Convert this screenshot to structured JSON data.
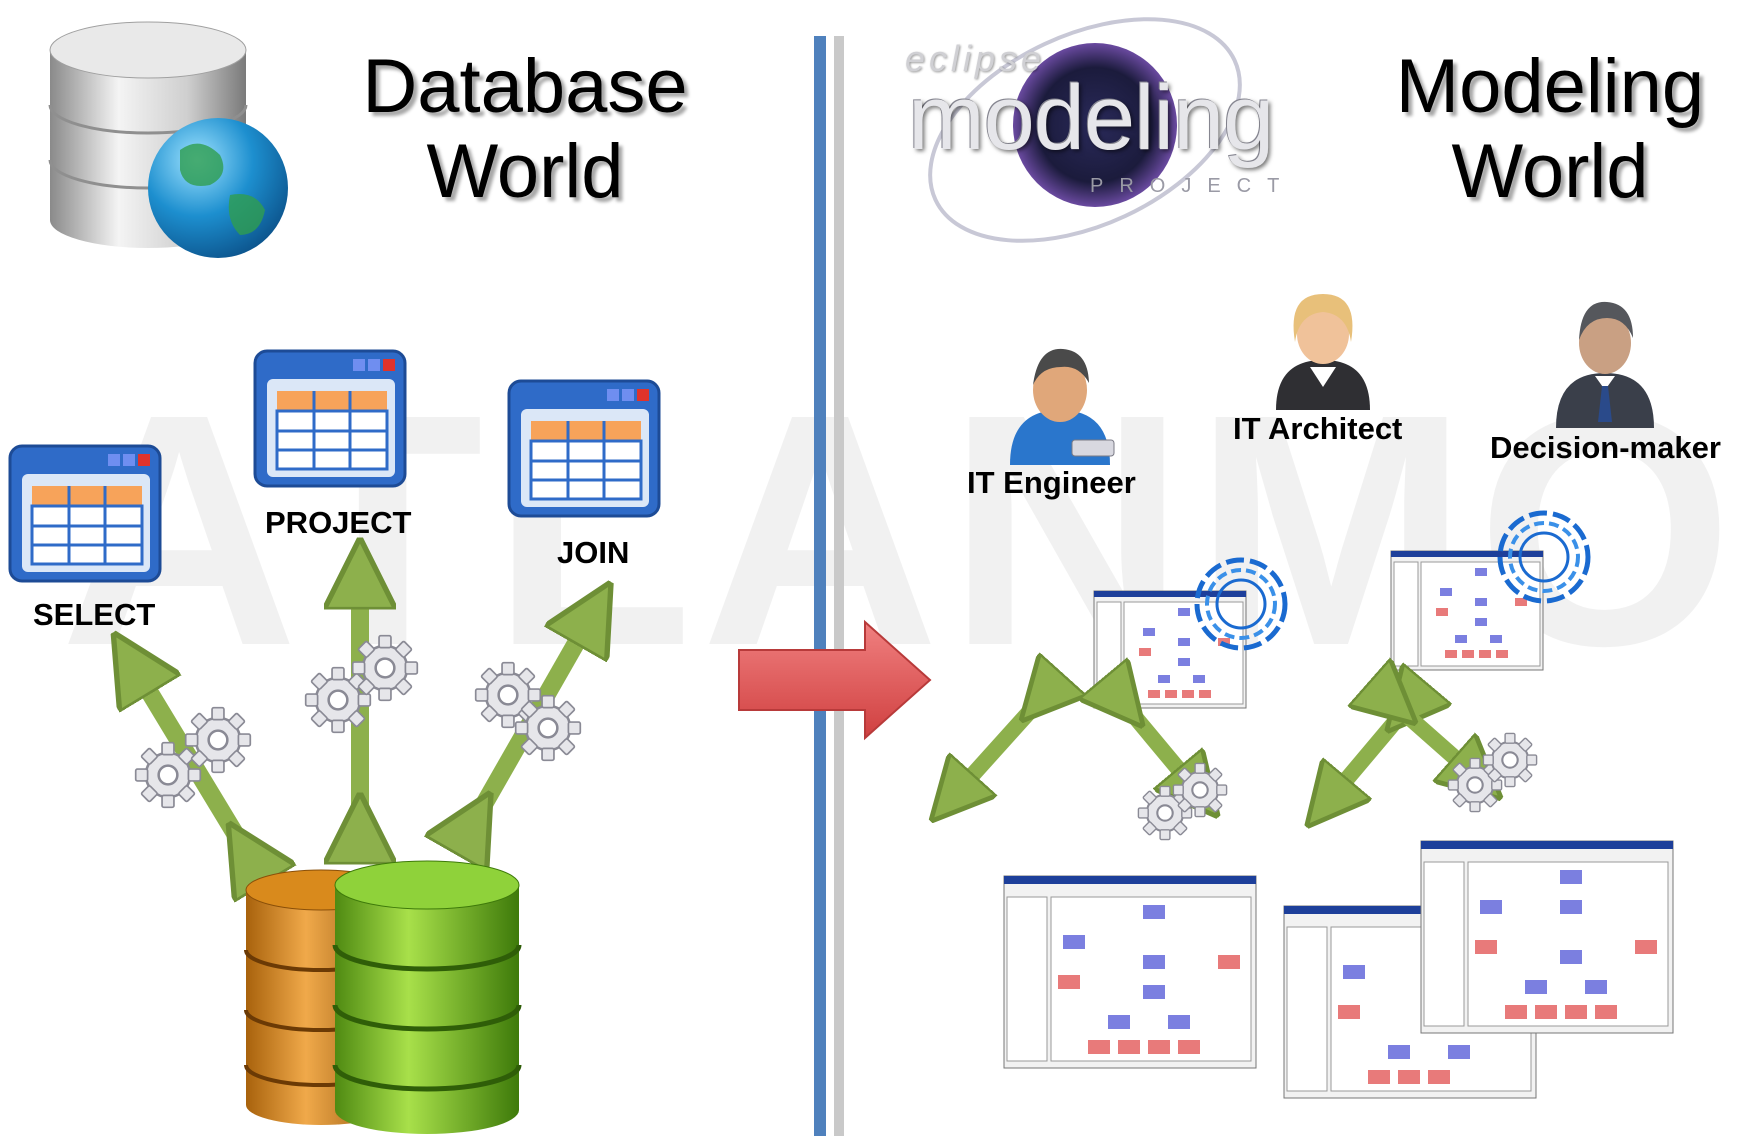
{
  "left_title_line1": "Database",
  "left_title_line2": "World",
  "right_title_line1": "Modeling",
  "right_title_line2": "World",
  "logo": {
    "small_text": "eclipse",
    "big_text": "modeling",
    "sub_text": "PROJECT"
  },
  "operations": {
    "select": "SELECT",
    "project": "PROJECT",
    "join": "JOIN"
  },
  "roles": {
    "engineer": "IT Engineer",
    "architect": "IT Architect",
    "decision_maker": "Decision-maker"
  },
  "watermark": "ATLANMOD",
  "colors": {
    "divider_blue": "#4f81bd",
    "arrow_green": "#8db04c",
    "arrow_red": "#e05a5a",
    "window_blue": "#2f6bc8",
    "table_orange": "#f7a35a",
    "db_green": "#7cc22a",
    "db_orange": "#d98a1c",
    "uml_node_blue": "#7b7fe0",
    "uml_node_red": "#e87a7a"
  },
  "icons": [
    "database-globe-icon",
    "table-window-icon",
    "gears-icon",
    "stacked-database-icon",
    "person-icon",
    "model-window-icon",
    "target-ring-icon",
    "right-arrow-icon"
  ]
}
